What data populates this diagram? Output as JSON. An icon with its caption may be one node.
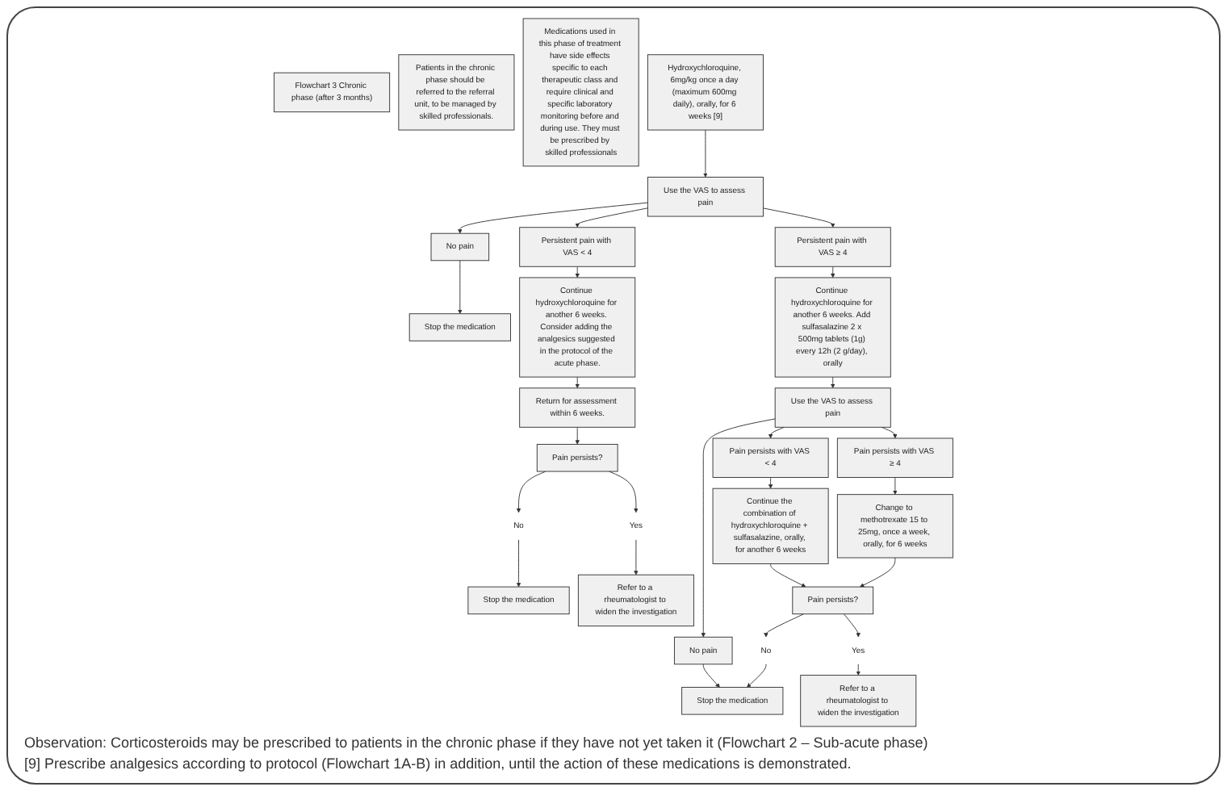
{
  "diagram": {
    "nodes": [
      {
        "text": [
          "Flowchart 3 Chronic phase (after 3 months)"
        ]
      },
      {
        "text": [
          "Patients in the chronic phase should be referred to the referral unit, to be managed by skilled professionals."
        ]
      },
      {
        "text": [
          "Medications used in this phase of treatment have side effects specific to each therapeutic class and require clinical and specific laboratory monitoring before and during use. They must be prescribed by skilled professionals"
        ]
      },
      {
        "text": [
          "Hydroxychloroquine, 6mg/kg once a day (maximum 600mg daily), orally, for 6 weeks [9]"
        ]
      },
      {
        "text": [
          "Use the VAS to assess pain"
        ]
      },
      {
        "text": [
          "No pain"
        ]
      },
      {
        "text": [
          "Persistent pain with VAS < 4"
        ]
      },
      {
        "text": [
          "Persistent pain with VAS ≥ 4"
        ]
      },
      {
        "text": [
          "Stop the medication"
        ]
      },
      {
        "text": [
          "Continue hydroxychloroquine for another 6 weeks. Consider adding the analgesics suggested in the protocol of the acute phase."
        ]
      },
      {
        "text": [
          "Continue hydroxychloroquine for another 6 weeks. Add sulfasalazine 2 x 500mg tablets (1g) every 12h (2 g/day), orally"
        ]
      },
      {
        "text": [
          "Return for assessment within 6 weeks."
        ]
      },
      {
        "text": [
          "Use the VAS to assess pain"
        ]
      },
      {
        "text": [
          "Pain persists?"
        ]
      },
      {
        "text": [
          "No"
        ]
      },
      {
        "text": [
          "Yes"
        ]
      },
      {
        "text": [
          "No pain"
        ]
      },
      {
        "text": [
          "Pain persists with VAS < 4"
        ]
      },
      {
        "text": [
          "Pain persists with VAS ≥ 4"
        ]
      },
      {
        "text": [
          "Stop the medication"
        ]
      },
      {
        "text": [
          "Refer to a rheumatologist to widen the investigation"
        ]
      },
      {
        "text": [
          "Continue the combination of hydroxychloroquine + sulfasalazine, orally, for another 6 weeks"
        ]
      },
      {
        "text": [
          "Change to methotrexate 15 to 25mg, once a week, orally, for 6 weeks"
        ]
      },
      {
        "text": [
          "Pain persists?"
        ]
      },
      {
        "text": [
          "No"
        ]
      },
      {
        "text": [
          "Yes"
        ]
      },
      {
        "text": [
          "Stop the medication"
        ]
      },
      {
        "text": [
          "Refer to a rheumatologist to widen the investigation"
        ]
      }
    ],
    "edges": [
      {
        "from": 3,
        "to": 4,
        "arrow": "to"
      },
      {
        "from": 4,
        "to": 5,
        "arrow": "to"
      },
      {
        "from": 4,
        "to": 6,
        "arrow": "to"
      },
      {
        "from": 4,
        "to": 7,
        "arrow": "to"
      },
      {
        "from": 5,
        "to": 8,
        "arrow": "to"
      },
      {
        "from": 6,
        "to": 9,
        "arrow": "to"
      },
      {
        "from": 7,
        "to": 10,
        "arrow": "to"
      },
      {
        "from": 9,
        "to": 11,
        "arrow": "to"
      },
      {
        "from": 11,
        "to": 13,
        "arrow": "to"
      },
      {
        "from": 13,
        "to": 14,
        "arrow": "to"
      },
      {
        "from": 13,
        "to": 15,
        "arrow": "to"
      },
      {
        "from": 14,
        "to": 19,
        "arrow": "to"
      },
      {
        "from": 15,
        "to": 20,
        "arrow": "to"
      },
      {
        "from": 10,
        "to": 12,
        "arrow": "to"
      },
      {
        "from": 12,
        "to": 16,
        "arrow": "to"
      },
      {
        "from": 12,
        "to": 17,
        "arrow": "to"
      },
      {
        "from": 12,
        "to": 18,
        "arrow": "to"
      },
      {
        "from": 17,
        "to": 21,
        "arrow": "to"
      },
      {
        "from": 18,
        "to": 22,
        "arrow": "to"
      },
      {
        "from": 21,
        "to": 23,
        "arrow": "to"
      },
      {
        "from": 22,
        "to": 23,
        "arrow": "to"
      },
      {
        "from": 23,
        "to": 24,
        "arrow": "to"
      },
      {
        "from": 23,
        "to": 25,
        "arrow": "to"
      },
      {
        "from": 24,
        "to": 26,
        "arrow": "to"
      },
      {
        "from": 16,
        "to": 26,
        "arrow": "to"
      },
      {
        "from": 25,
        "to": 27,
        "arrow": "to"
      }
    ],
    "labels": [
      "Observation: Corticosteroids may be prescribed to patients in the chronic phase if they have not yet taken it (Flowchart 2 – Sub-acute phase)",
      "[9]  Prescribe analgesics according to protocol (Flowchart 1A-B) in addition, until the action of these medications is demonstrated."
    ]
  }
}
